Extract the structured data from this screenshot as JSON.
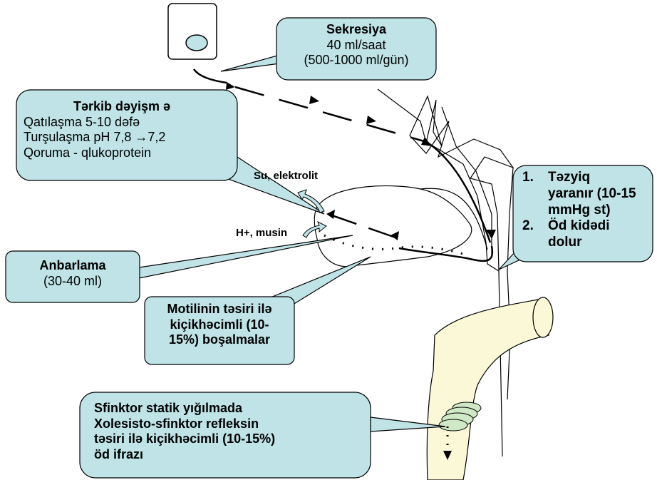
{
  "callouts": {
    "secretion": {
      "title": "Sekresiya",
      "lines": [
        "40 ml/saat",
        "(500-1000 ml/gün)"
      ]
    },
    "composition": {
      "title": "Tərkib dəyişm ə",
      "lines": [
        "Qatılaşma 5-10 dəfə",
        "Turşulaşma pH 7,8 →7,2",
        "Qoruma - qlukoprotein"
      ]
    },
    "pressure": {
      "items": [
        {
          "num": "1.",
          "lines": [
            "Təzyiq",
            "yaranır (10-15",
            "mmHg st)"
          ]
        },
        {
          "num": "2.",
          "lines": [
            "Öd kidədi",
            "dolur"
          ]
        }
      ]
    },
    "storage": {
      "title": "Anbarlama",
      "lines": [
        "(30-40 ml)"
      ]
    },
    "motilin": {
      "lines": [
        "Motilinin təsiri ilə",
        "kiçikhəcimli (10-",
        "15%) boşalmalar"
      ]
    },
    "sphincter": {
      "lines": [
        "Sfinktor statik yığılmada",
        "Xolesisto-sfinktor refleksin",
        "təsiri ilə kiçikhəcimli (10-15%)",
        "öd ifrazı"
      ]
    }
  },
  "labels": {
    "water": "Su, elektrolit",
    "hplus": "H+, musin"
  },
  "colors": {
    "callout_fill": "#bfe3e6",
    "duodenum_fill": "#fbf8d8",
    "line": "#000000"
  }
}
